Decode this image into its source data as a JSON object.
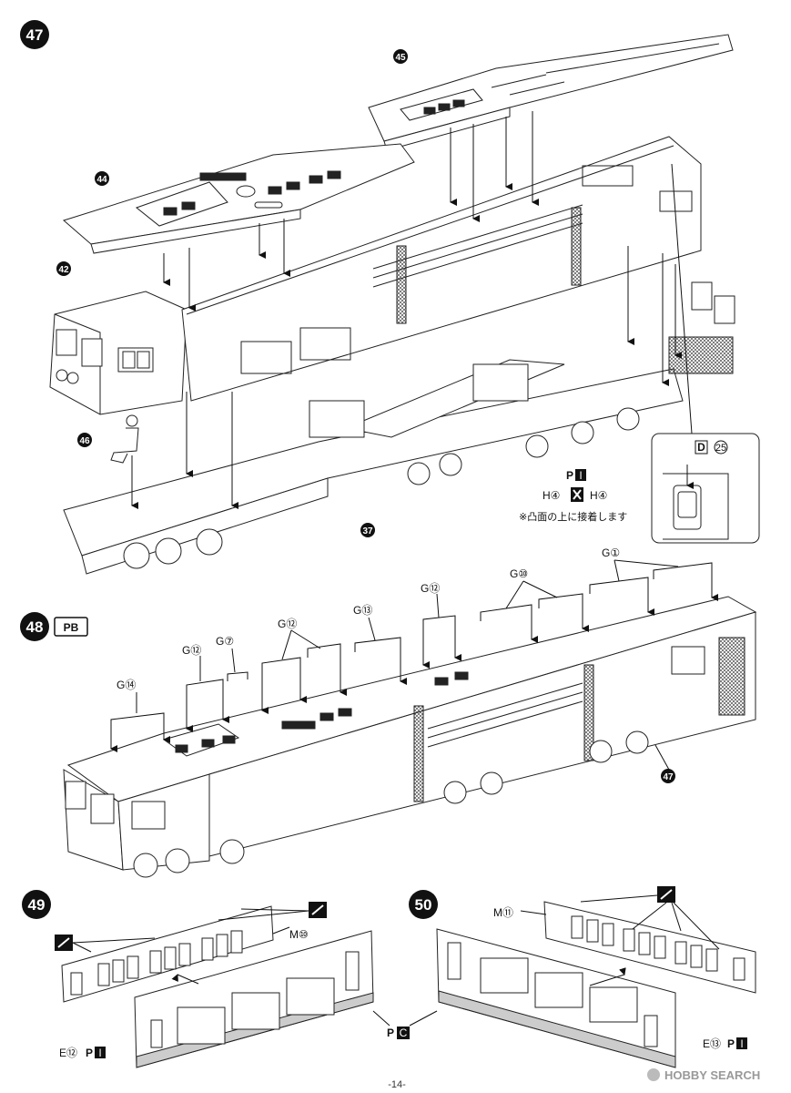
{
  "steps": [
    {
      "number": "47"
    },
    {
      "number": "48",
      "badge": "PB"
    },
    {
      "number": "49"
    },
    {
      "number": "50"
    }
  ],
  "step47": {
    "parts": [
      "45",
      "44",
      "42",
      "46",
      "37"
    ],
    "inset": {
      "code": "D",
      "part": "25"
    },
    "glue": {
      "runner": "P",
      "runner_part": "I",
      "left": "H④",
      "right": "H④"
    },
    "note": "※凸面の上に接着します"
  },
  "step48": {
    "parts": [
      "G①",
      "G⑩",
      "G⑫",
      "G⑬",
      "G⑫",
      "G⑦",
      "G⑫",
      "G⑭"
    ],
    "assembly_ref": "47"
  },
  "step49": {
    "window": "M⑩",
    "wall": "E⑫",
    "runner": "P",
    "runner_part": "I"
  },
  "step50": {
    "window": "M⑪",
    "wall": "E⑬",
    "runner": "P",
    "runner_part": "I"
  },
  "shared": {
    "runner": "P",
    "runner_part": "C"
  },
  "footer": {
    "page": "-14-",
    "watermark": "HOBBY SEARCH"
  }
}
